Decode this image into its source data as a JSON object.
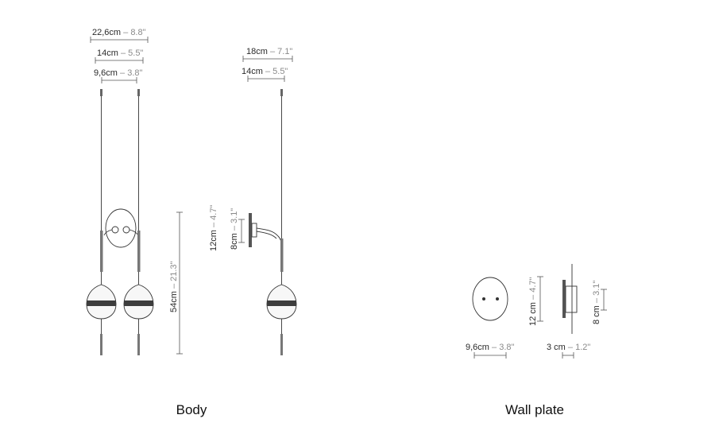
{
  "body": {
    "title": "Body",
    "front_dims": {
      "overall_metric": "22,6cm",
      "overall_imperial": "8.8\"",
      "spacing_metric": "14cm",
      "spacing_imperial": "5.5\"",
      "plate_metric": "9,6cm",
      "plate_imperial": "3.8\"",
      "height_metric": "54cm",
      "height_imperial": "21.3\""
    },
    "side_dims": {
      "depth_metric": "18cm",
      "depth_imperial": "7.1\"",
      "offset_metric": "14cm",
      "offset_imperial": "5.5\"",
      "plate_h_metric": "12cm",
      "plate_h_imperial": "4.7\"",
      "arm_h_metric": "8cm",
      "arm_h_imperial": "3.1\""
    }
  },
  "wall_plate": {
    "title": "Wall plate",
    "width_metric": "9,6cm",
    "width_imperial": "3.8\"",
    "height_metric": "12 cm",
    "height_imperial": "4.7\"",
    "depth_metric": "3 cm",
    "depth_imperial": "1.2\"",
    "holes_metric": "8 cm",
    "holes_imperial": "3.1\""
  },
  "separator": " – "
}
